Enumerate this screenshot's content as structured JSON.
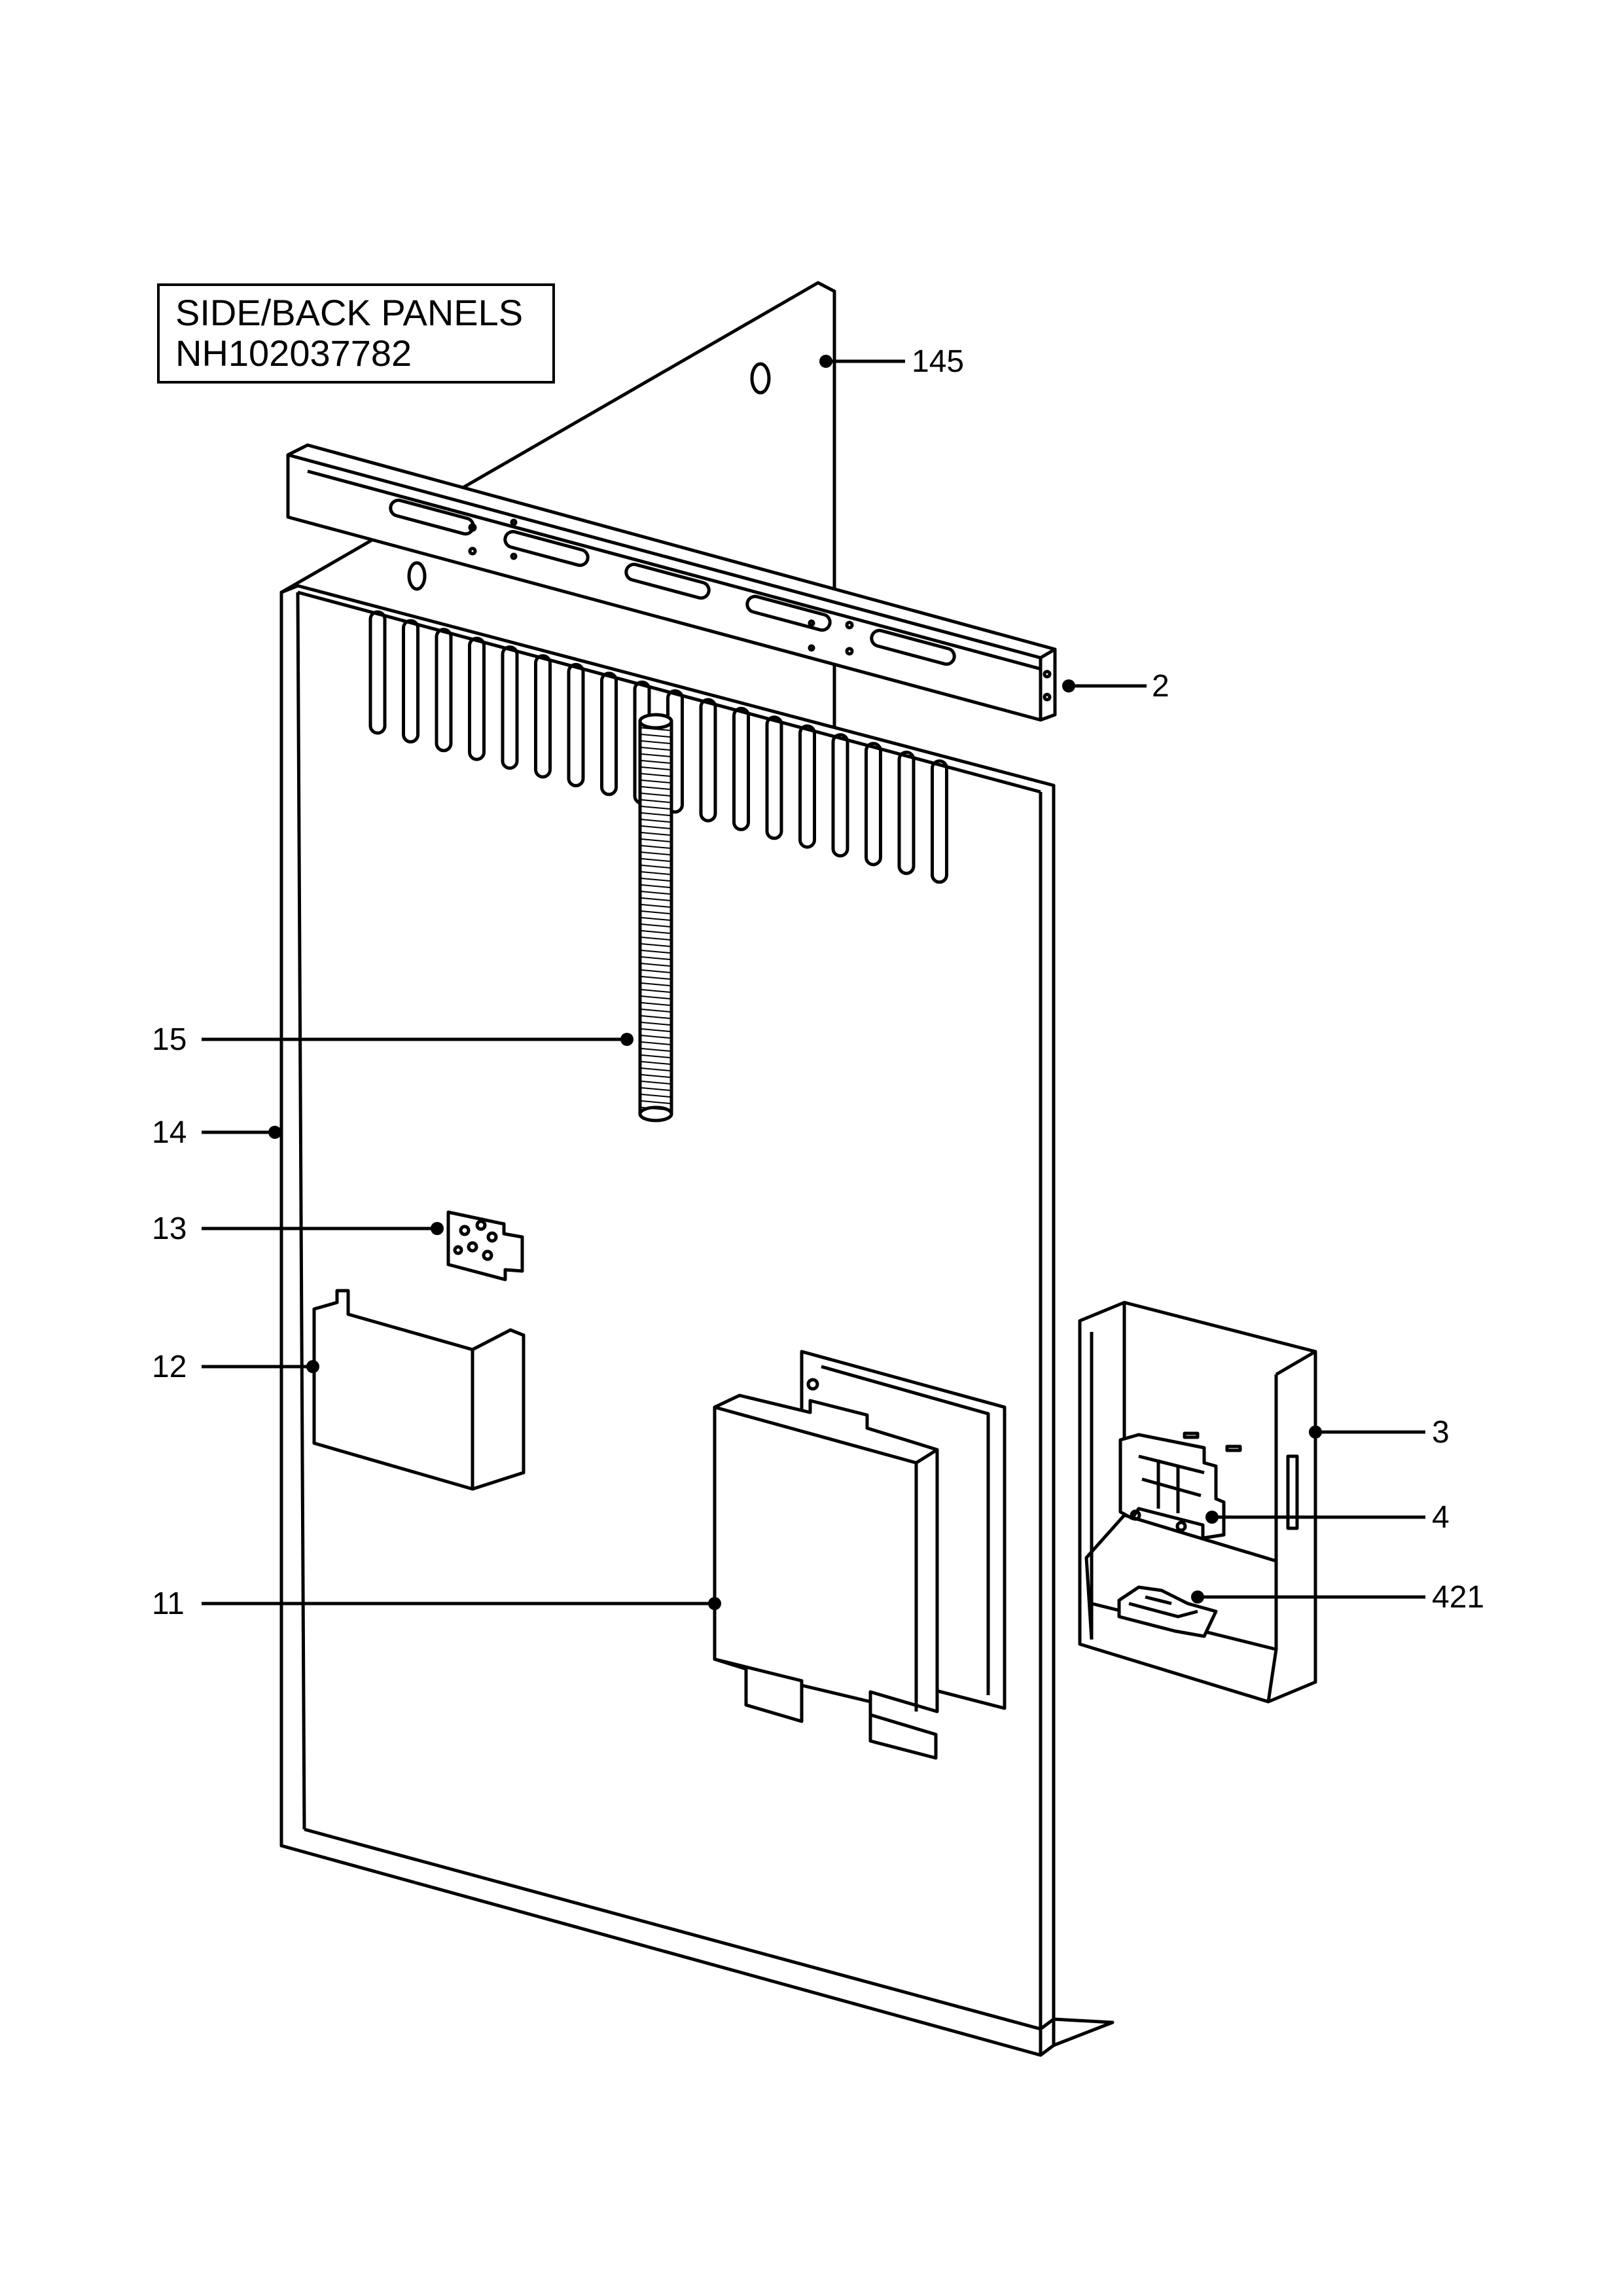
{
  "title": {
    "line1": "SIDE/BACK PANELS",
    "line2": "NH102037782"
  },
  "callouts": [
    {
      "id": "145",
      "label": "145"
    },
    {
      "id": "2",
      "label": "2"
    },
    {
      "id": "15",
      "label": "15"
    },
    {
      "id": "14",
      "label": "14"
    },
    {
      "id": "13",
      "label": "13"
    },
    {
      "id": "12",
      "label": "12"
    },
    {
      "id": "11",
      "label": "11"
    },
    {
      "id": "3",
      "label": "3"
    },
    {
      "id": "4",
      "label": "4"
    },
    {
      "id": "421",
      "label": "421"
    }
  ]
}
